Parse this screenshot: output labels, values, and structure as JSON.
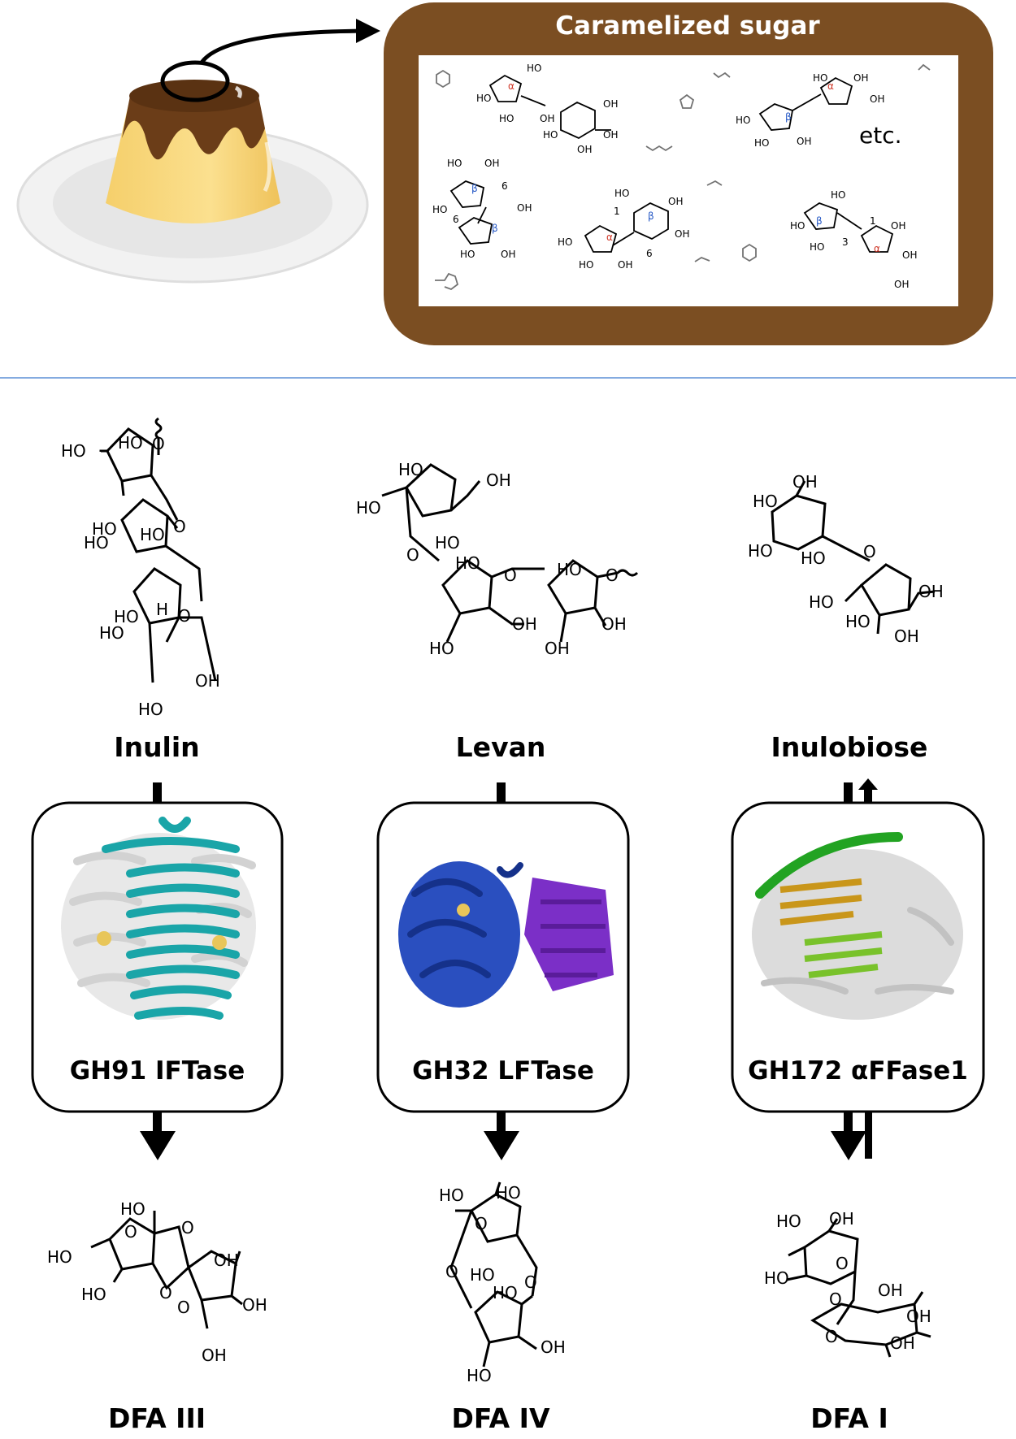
{
  "caramel_box": {
    "title": "Caramelized sugar",
    "etc": "etc.",
    "colors": {
      "frame": "#7b4e22",
      "panel": "#ffffff"
    }
  },
  "molecules": {
    "substrates": [
      "Inulin",
      "Levan",
      "Inulobiose"
    ],
    "products": [
      "DFA III",
      "DFA IV",
      "DFA I"
    ]
  },
  "enzymes": [
    {
      "name": "GH91 IFTase",
      "colors": [
        "#20b2b2",
        "#d9d9d9",
        "#e8c65a"
      ]
    },
    {
      "name": "GH32 LFTase",
      "colors": [
        "#1f3fa6",
        "#7b2fc7",
        "#e8c65a"
      ]
    },
    {
      "name": "GH172 αFFase1",
      "colors": [
        "#2cb52c",
        "#d4a017",
        "#8fce30",
        "#cfcfcf"
      ]
    }
  ],
  "structure_labels": {
    "OH": "OH",
    "HO": "HO",
    "O": "O",
    "H": "H",
    "alpha": "α",
    "beta": "β",
    "n1": "1",
    "n3": "3",
    "n6": "6"
  },
  "colors": {
    "divider": "#5b8fd6",
    "flan_cream": "#f7d57a",
    "flan_caramel": "#6b3d18",
    "plate": "#ececec"
  }
}
